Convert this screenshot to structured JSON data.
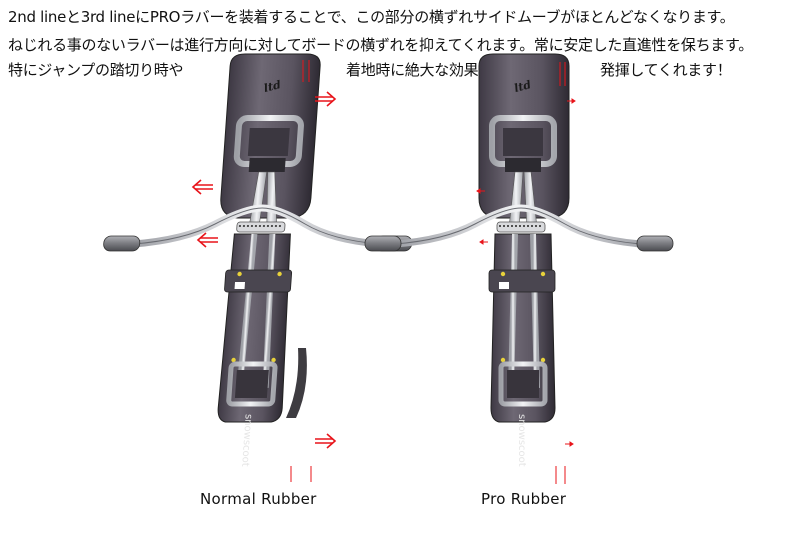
{
  "text": {
    "line1": "2nd lineと3rd lineにPROラバーを装着することで、この部分の横ずれサイドムーブがほとんどなくなります。",
    "line2": "ねじれる事のないラバーは進行方向に対してボードの横ずれを抑えてくれます。常に安定した直進性を保ちます。",
    "line3": {
      "part1": "特にジャンプの踏切り時や",
      "part2": "着地時に絶大な効果を",
      "part3": "発揮してくれます！"
    }
  },
  "figures": {
    "normal": {
      "caption": "Normal  Rubber"
    },
    "pro": {
      "caption": "Pro  Rubber"
    }
  },
  "colors": {
    "arrow": "#e8141a",
    "board": "#5e5864",
    "frame": "#c9cbd0",
    "grip": "#8c8d93"
  }
}
